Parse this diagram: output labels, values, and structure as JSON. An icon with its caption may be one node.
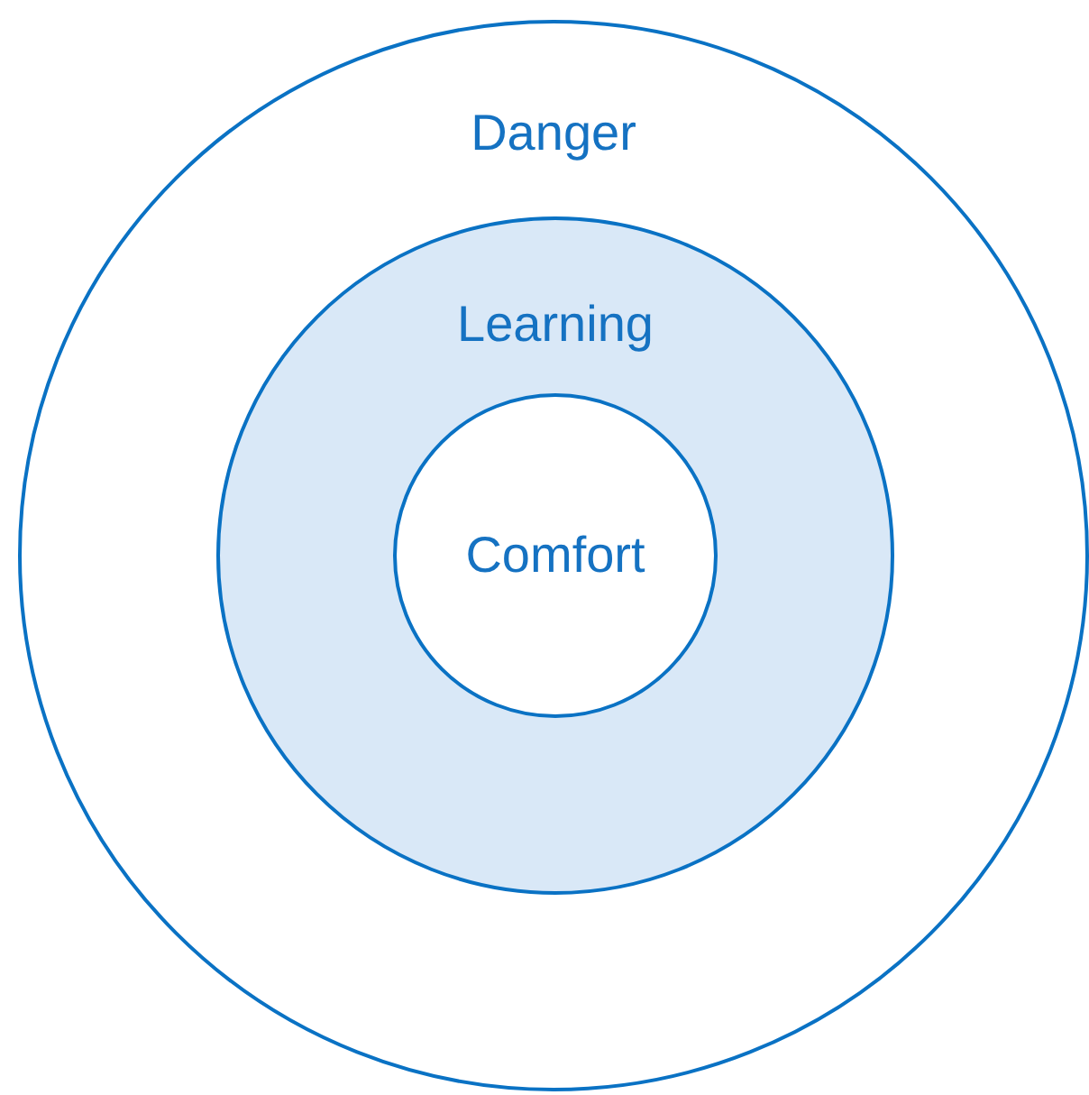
{
  "diagram": {
    "nodes": [
      {
        "text": [
          "Danger"
        ]
      },
      {
        "text": [
          "Learning"
        ],
        "in": 0
      },
      {
        "text": [
          "Comfort"
        ],
        "in": 1
      }
    ]
  }
}
